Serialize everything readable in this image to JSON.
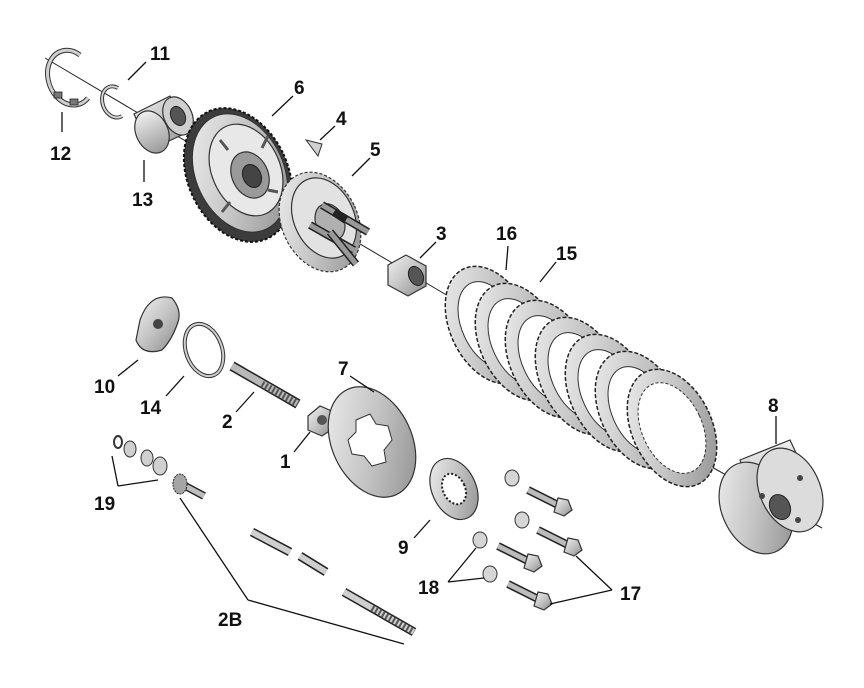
{
  "figure": {
    "type": "exploded parts diagram",
    "subject": "clutch assembly"
  },
  "callouts": {
    "p1": "1",
    "p2": "2",
    "p2b": "2B",
    "p3": "3",
    "p4": "4",
    "p5": "5",
    "p6": "6",
    "p7": "7",
    "p8": "8",
    "p9": "9",
    "p10": "10",
    "p11": "11",
    "p12": "12",
    "p13": "13",
    "p14": "14",
    "p15": "15",
    "p16": "16",
    "p17": "17",
    "p18": "18",
    "p19": "19"
  },
  "colors": {
    "metal_light": "#d9d9d9",
    "metal_mid": "#a8a8a8",
    "metal_dark": "#4a4a4a",
    "line": "#111111"
  }
}
